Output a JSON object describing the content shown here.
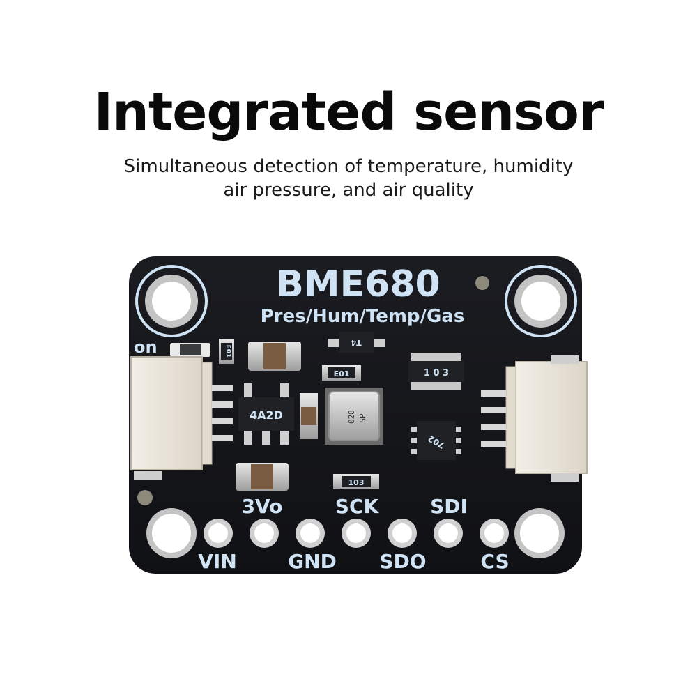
{
  "header": {
    "title": "Integrated sensor",
    "subtitle_line1": "Simultaneous detection of temperature, humidity",
    "subtitle_line2": "air pressure, and air quality"
  },
  "board": {
    "name": "BME680",
    "function": "Pres/Hum/Temp/Gas",
    "led_label": "on",
    "chip_markings": {
      "regulator": "4A2D",
      "resistor_a": "E01",
      "resistor_b": "E01",
      "resistor_c": "103",
      "resistor_network": "1 0 3",
      "transistor": "T4",
      "sensor_line1": "028",
      "sensor_line2": "SP",
      "shifter": "702"
    },
    "pins_top": [
      "3Vo",
      "SCK",
      "SDI"
    ],
    "pins_bottom": [
      "VIN",
      "GND",
      "SDO",
      "CS"
    ]
  },
  "colors": {
    "pcb": "#15161a",
    "silkscreen": "#cfe3f5",
    "connector": "#ebe6dc",
    "pad": "#c9c9c9"
  }
}
